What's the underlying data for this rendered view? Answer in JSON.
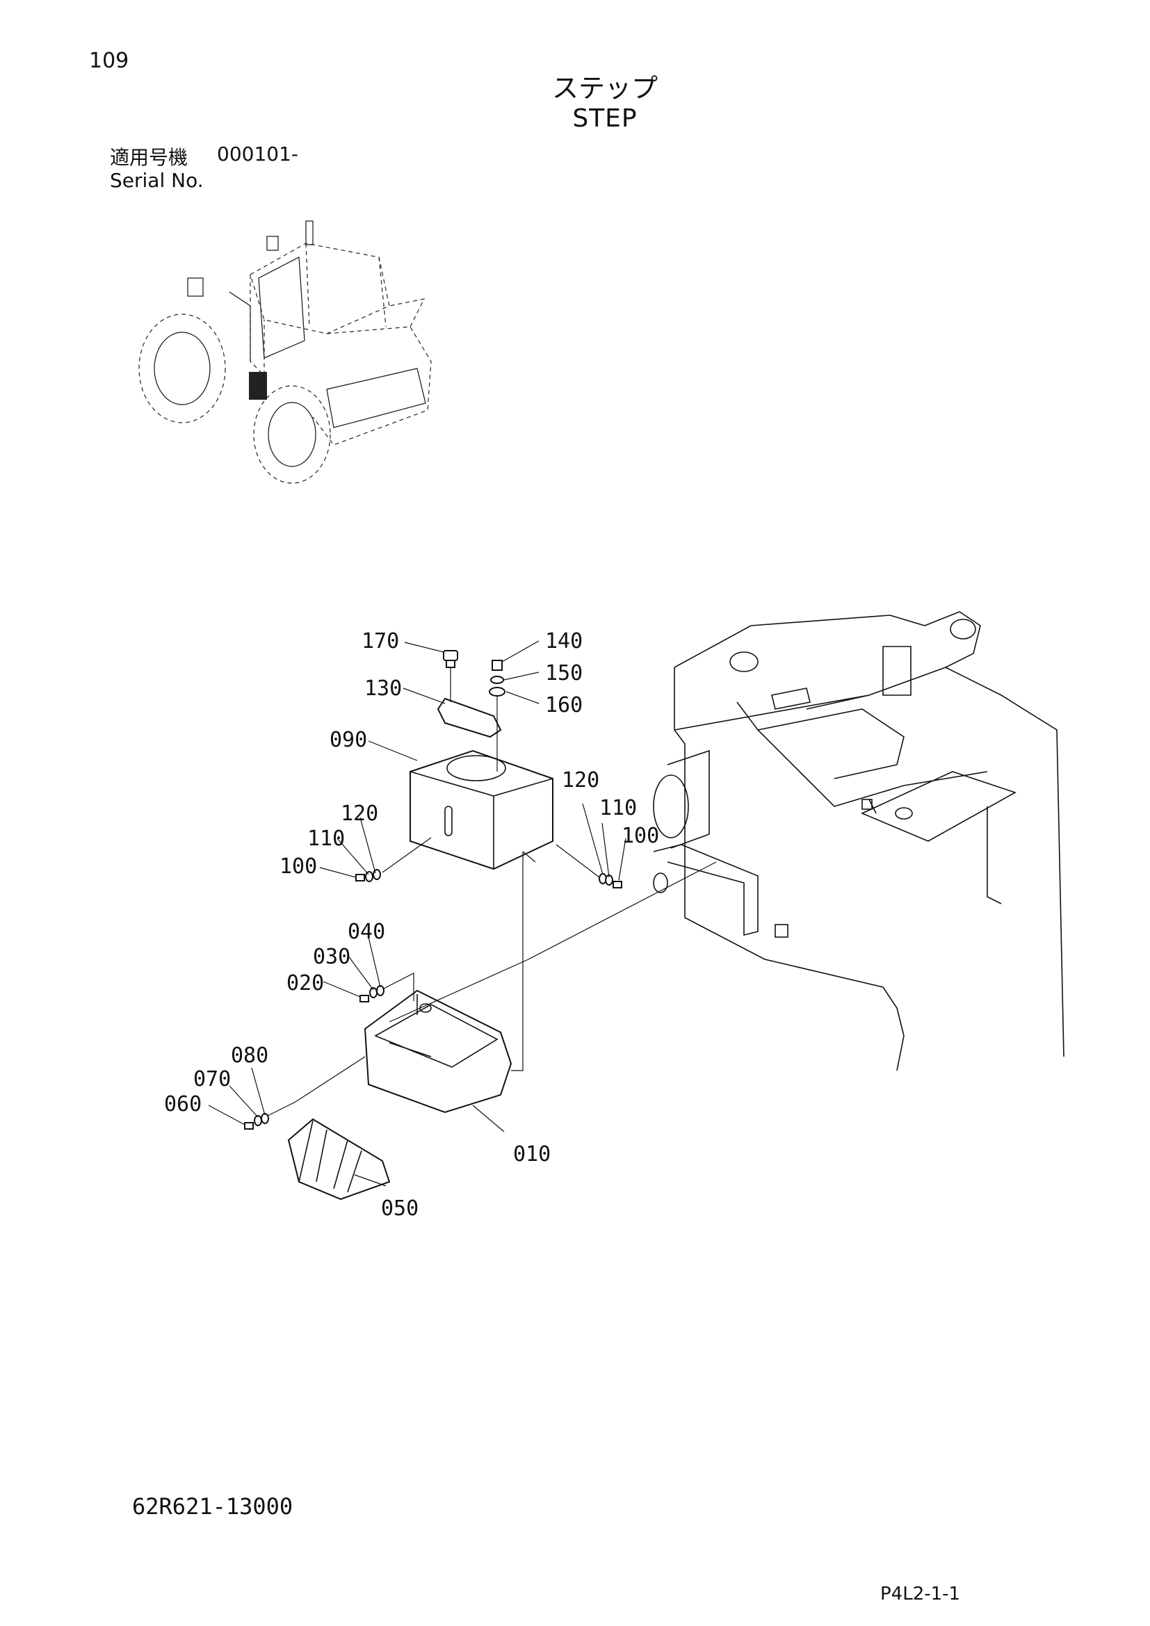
{
  "header": {
    "page_number": "109",
    "title_jp": "ステップ",
    "title_en": "STEP",
    "serial_label_jp": "適用号機",
    "serial_value": "000101-",
    "serial_label_en": "Serial No."
  },
  "callouts": {
    "c170": "170",
    "c140": "140",
    "c150": "150",
    "c130": "130",
    "c160": "160",
    "c090": "090",
    "c120a": "120",
    "c120b": "120",
    "c110a": "110",
    "c110b": "110",
    "c100a": "100",
    "c100b": "100",
    "c040": "040",
    "c030": "030",
    "c020": "020",
    "c080": "080",
    "c070": "070",
    "c060": "060",
    "c010": "010",
    "c050": "050"
  },
  "footer": {
    "doc_number": "62R621-13000",
    "page_code": "P4L2-1-1"
  }
}
